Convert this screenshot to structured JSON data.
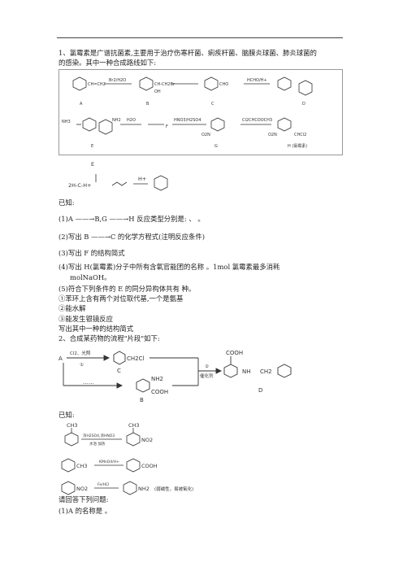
{
  "q1": {
    "intro_line1": "1、氯霉素是广谱抗菌素,主要用于治疗伤寒杆菌、痢疾杆菌、脑膜炎球菌、肺炎球菌的",
    "intro_line2": "的感染。其中一种合成路线如下:",
    "scheme1": {
      "labels": [
        "A",
        "B",
        "C",
        "D",
        "E",
        "F",
        "G",
        "H (氯霉素)"
      ],
      "reagents": [
        "Br2/H2O",
        "HCHO/H+",
        "NH3",
        "H2O",
        "HNO3/H2SO4",
        "Cl2CHCOOCH3"
      ],
      "fragments": [
        "CH=CH2",
        "CH-CH2Br",
        "OH",
        "CHO",
        "NH2",
        "CHCl2",
        "O2N"
      ]
    },
    "known_reaction": {
      "reactants": "2H-C-H+",
      "catalyst": "H+",
      "label_E": "E"
    },
    "known_label": "已知:",
    "items": [
      "(1)A ——→B,G ——→H 反应类型分别是:      、      。",
      "(2)写出 B ——→C 的化学方程式(注明反应条件)",
      "(3)写出 F 的结构简式",
      "(4)写出 H(氯霉素)分子中所有含氧官能团的名称      。1mol 氯霉素最多消耗",
      "molNaOH。",
      "(5)符合下列条件的 E 的同分异构体共有                种。",
      "①苯环上含有两个对位取代基,一个是氨基",
      "②能水解",
      "③能发生银镜反应",
      "写出其中一种的结构简式"
    ]
  },
  "q2": {
    "title": "2、合成某药物的流程\"片段\"如下:",
    "scheme": {
      "A": "A",
      "arrow1": "Cl2、光照",
      "step1": "①",
      "C": "C",
      "CH2Cl": "CH2Cl",
      "dots": "……",
      "B": "B",
      "NH2": "NH2",
      "COOH": "COOH",
      "step2": "②",
      "catalyst": "催化剂",
      "D": "D",
      "NH": "NH",
      "CH2": "CH2"
    },
    "known_label": "已知:",
    "known": {
      "r1_left": "CH3",
      "r1_reagent1": "浓H2SO4,浓HNO3",
      "r1_reagent2": "水浴 加热",
      "r1_right_top": "CH3",
      "r1_right": "NO2",
      "r2_left": "CH3",
      "r2_reagent": "KMnO4/H+",
      "r2_right": "COOH",
      "r3_left": "NO2",
      "r3_reagent": "Fe/HCl",
      "r3_right": "NH2",
      "r3_note": "(弱碱性，易被氧化)"
    },
    "ask": "请回答下列问题:",
    "item1": "(1)A 的名称是                  。"
  }
}
